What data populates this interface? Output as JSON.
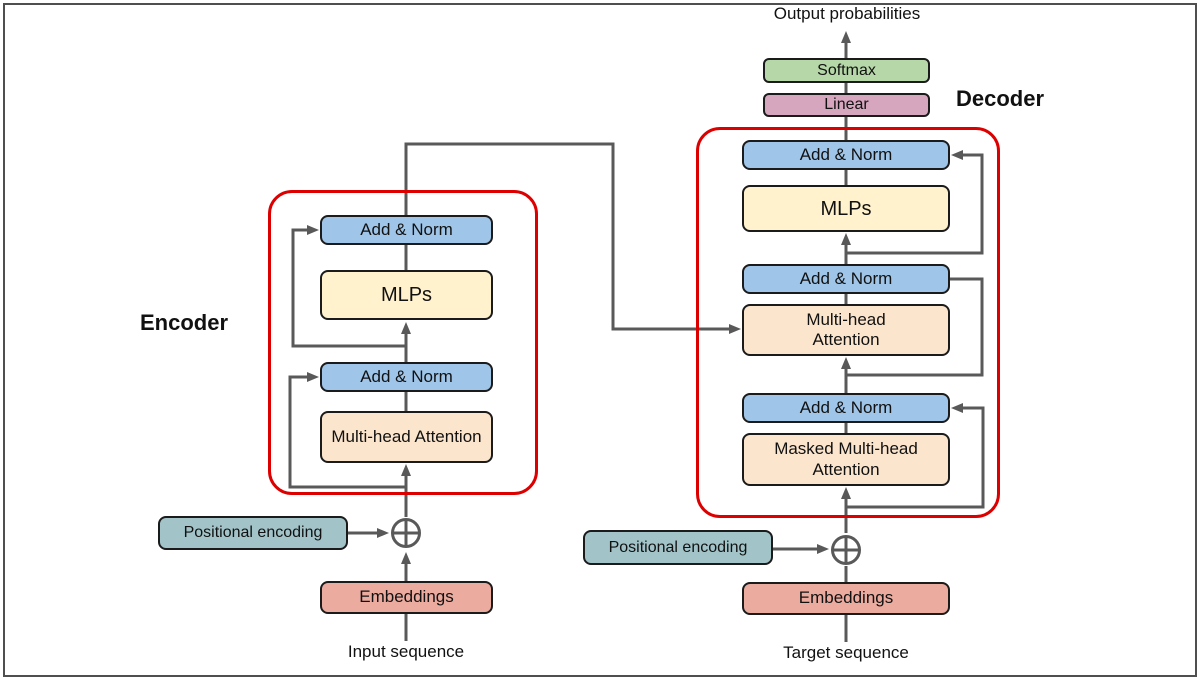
{
  "diagram": {
    "output_label": "Output probabilities",
    "encoder": {
      "label": "Encoder",
      "blocks": [
        {
          "id": "add-norm-1",
          "label": "Add & Norm"
        },
        {
          "id": "mlps",
          "label": "MLPs"
        },
        {
          "id": "add-norm-2",
          "label": "Add & Norm"
        },
        {
          "id": "multi-head-attention",
          "label": "Multi-head Attention"
        }
      ],
      "positional_encoding": "Positional encoding",
      "embeddings": "Embeddings",
      "sequence_label": "Input sequence"
    },
    "decoder": {
      "label": "Decoder",
      "softmax": "Softmax",
      "linear": "Linear",
      "blocks": [
        {
          "id": "add-norm-1",
          "label": "Add & Norm"
        },
        {
          "id": "mlps",
          "label": "MLPs"
        },
        {
          "id": "add-norm-2",
          "label": "Add & Norm"
        },
        {
          "id": "multi-head-attention",
          "label": "Multi-head Attention"
        },
        {
          "id": "add-norm-3",
          "label": "Add & Norm"
        },
        {
          "id": "masked-multi-head-attention",
          "label": "Masked Multi-head Attention"
        }
      ],
      "positional_encoding": "Positional encoding",
      "embeddings": "Embeddings",
      "sequence_label": "Target sequence"
    },
    "colors": {
      "add_norm_blue": "#9fc5e8",
      "mlps_yellow": "#fff2cc",
      "attention_orange": "#fce5cd",
      "softmax_green": "#b6d7a8",
      "linear_pink": "#d5a6bd",
      "positional_teal": "#a2c4c9",
      "embeddings_salmon": "#ecab9f",
      "outline_red": "#dd0000",
      "wire_gray": "#595959"
    }
  }
}
